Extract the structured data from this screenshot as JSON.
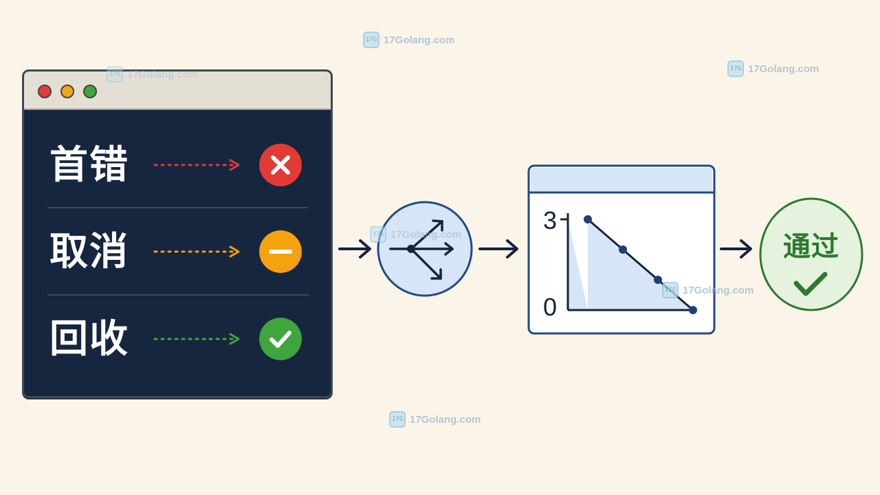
{
  "rows": [
    {
      "label": "首错",
      "color": "#e23b36",
      "icon": "x-mark-icon"
    },
    {
      "label": "取消",
      "color": "#f5a20f",
      "icon": "minus-icon"
    },
    {
      "label": "回收",
      "color": "#3ea63d",
      "icon": "checkmark-icon"
    }
  ],
  "chart": {
    "y_max_label": "3",
    "y_min_label": "0"
  },
  "chart_data": {
    "type": "line",
    "x": [
      1,
      2,
      3,
      4
    ],
    "values": [
      3,
      2,
      1,
      0
    ],
    "ylim": [
      0,
      3
    ]
  },
  "result": {
    "label": "通过",
    "icon": "checkmark-icon",
    "color": "#2c7a2f"
  },
  "watermark": {
    "text": "17Golang.com"
  },
  "colors": {
    "background": "#fbf5e9",
    "window": "#17263f",
    "navy": "#15233c",
    "light_blue": "#d6e6f7",
    "pass_green": "#e5f2dd"
  }
}
